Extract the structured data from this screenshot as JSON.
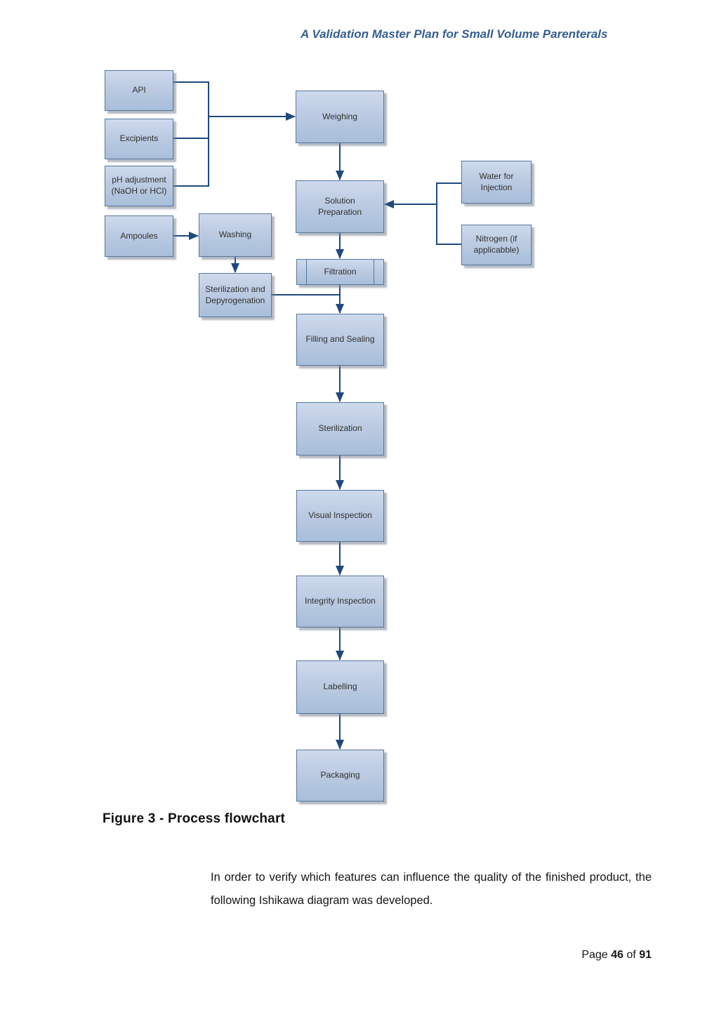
{
  "header": {
    "title": "A Validation Master Plan for Small Volume Parenterals"
  },
  "flowchart": {
    "nodes": [
      {
        "id": "api",
        "label": "API"
      },
      {
        "id": "excipients",
        "label": "Excipients"
      },
      {
        "id": "ph-adjustment",
        "label": "pH adjustment (NaOH or HCl)"
      },
      {
        "id": "ampoules",
        "label": "Ampoules"
      },
      {
        "id": "washing",
        "label": "Washing"
      },
      {
        "id": "sterilization-depyrogenation",
        "label": "Sterilization and Depyrogenation"
      },
      {
        "id": "weighing",
        "label": "Weighing"
      },
      {
        "id": "solution-preparation",
        "label": "Solution Preparation"
      },
      {
        "id": "water-for-injection",
        "label": "Water for Injection"
      },
      {
        "id": "nitrogen",
        "label": "Nitrogen (if applicabble)"
      },
      {
        "id": "filtration",
        "label": "Filtration"
      },
      {
        "id": "filling-and-sealing",
        "label": "Filling and Sealing"
      },
      {
        "id": "sterilization",
        "label": "Sterilization"
      },
      {
        "id": "visual-inspection",
        "label": "Visual Inspection"
      },
      {
        "id": "integrity-inspection",
        "label": "Integrity Inspection"
      },
      {
        "id": "labelling",
        "label": "Labelling"
      },
      {
        "id": "packaging",
        "label": "Packaging"
      }
    ],
    "colors": {
      "node_fill_top": "#CEDAEC",
      "node_fill_bottom": "#A8BED9",
      "node_border": "#54779F",
      "connector": "#1F497D",
      "title_text": "#365F91"
    }
  },
  "caption": "Figure 3 - Process flowchart",
  "body_paragraph": "In order to verify which features can influence the quality of the finished product, the following Ishikawa diagram was developed.",
  "footer": {
    "prefix": "Page",
    "current_page": "46",
    "separator": "of",
    "total_pages": "91"
  }
}
